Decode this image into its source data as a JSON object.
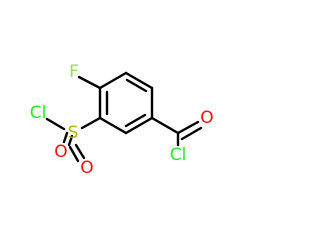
{
  "molecule": {
    "atoms": {
      "fluorine": {
        "symbol": "F",
        "color": "#90e050"
      },
      "sulfonyl_chlorine": {
        "symbol": "Cl",
        "color": "#1ff01f"
      },
      "sulfur": {
        "symbol": "S",
        "color": "#b2b200"
      },
      "oxygen_upper": {
        "symbol": "O",
        "color": "#ff0d0d"
      },
      "oxygen_lower": {
        "symbol": "O",
        "color": "#ff0d0d"
      },
      "carbonyl_oxygen": {
        "symbol": "O",
        "color": "#ff0d0d"
      },
      "acyl_chlorine": {
        "symbol": "Cl",
        "color": "#1ff01f"
      }
    },
    "bond_color": "#000000"
  }
}
